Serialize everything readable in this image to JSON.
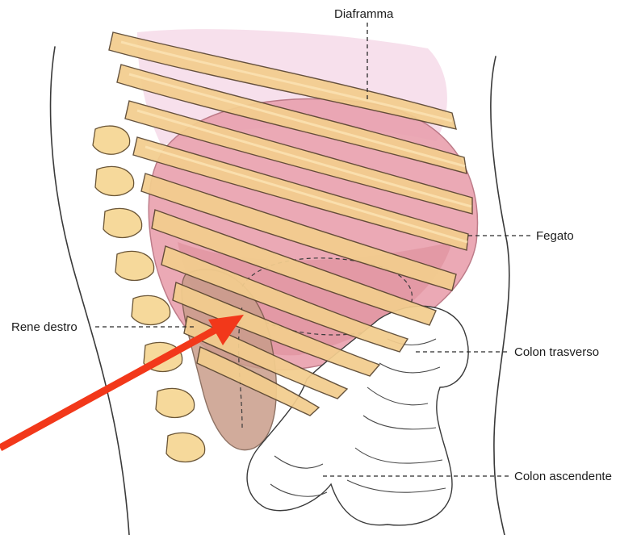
{
  "labels": {
    "diaphragm": "Diaframma",
    "liver": "Fegato",
    "right_kidney": "Rene destro",
    "transverse_colon": "Colon trasverso",
    "ascending_colon": "Colon ascendente"
  },
  "colors": {
    "liver": "#e9a0ae",
    "liver_edge": "#d98493",
    "ribs": "#f3cd8e",
    "spine": "#f6d99b",
    "kidney": "#c99d8a",
    "arrow": "#f2381a",
    "diaphragm_tint": "#f4d6e6"
  },
  "icons": {
    "annotation_arrow": "red-arrow-icon"
  }
}
